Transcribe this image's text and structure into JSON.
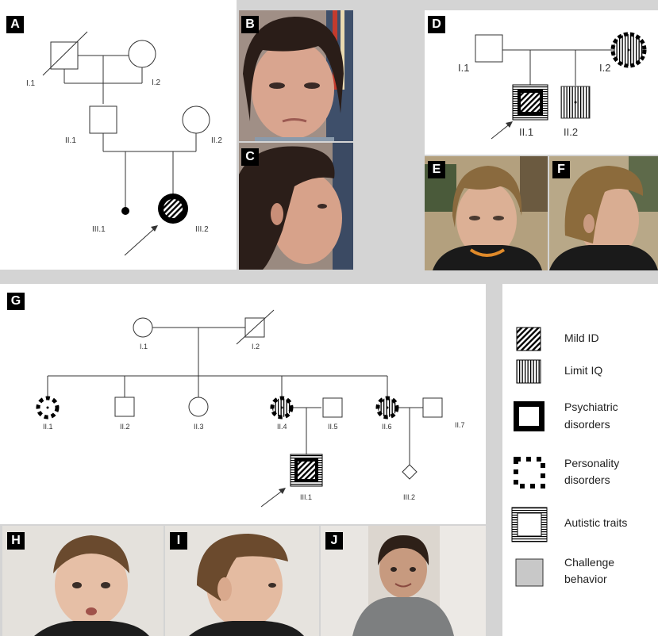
{
  "panels": {
    "a": {
      "label": "A",
      "ids": {
        "i1": "I.1",
        "i2": "I.2",
        "ii1": "II.1",
        "ii2": "II.2",
        "iii1": "III.1",
        "iii2": "III.2"
      }
    },
    "b": {
      "label": "B"
    },
    "c": {
      "label": "C"
    },
    "d": {
      "label": "D",
      "ids": {
        "i1": "I.1",
        "i2": "I.2",
        "ii1": "II.1",
        "ii2": "II.2"
      }
    },
    "e": {
      "label": "E"
    },
    "f": {
      "label": "F"
    },
    "g": {
      "label": "G",
      "ids": {
        "i1": "I.1",
        "i2": "I.2",
        "ii1": "II.1",
        "ii2": "II.2",
        "ii3": "II.3",
        "ii4": "II.4",
        "ii5": "II.5",
        "ii6": "II.6",
        "ii7": "II.7",
        "iii1": "III.1",
        "iii2": "III.2"
      }
    },
    "h": {
      "label": "H"
    },
    "i": {
      "label": "I"
    },
    "j": {
      "label": "J"
    }
  },
  "legend": {
    "mild_id": "Mild ID",
    "limit_iq": "Limit IQ",
    "psychiatric_1": "Psychiatric",
    "psychiatric_2": "disorders",
    "personality_1": "Personality",
    "personality_2": "disorders",
    "autistic": "Autistic traits",
    "challenge_1": "Challenge",
    "challenge_2": "behavior"
  },
  "colors": {
    "fill_gray": "#c8c8c8",
    "background": "#d4d4d4",
    "line": "#333333"
  }
}
